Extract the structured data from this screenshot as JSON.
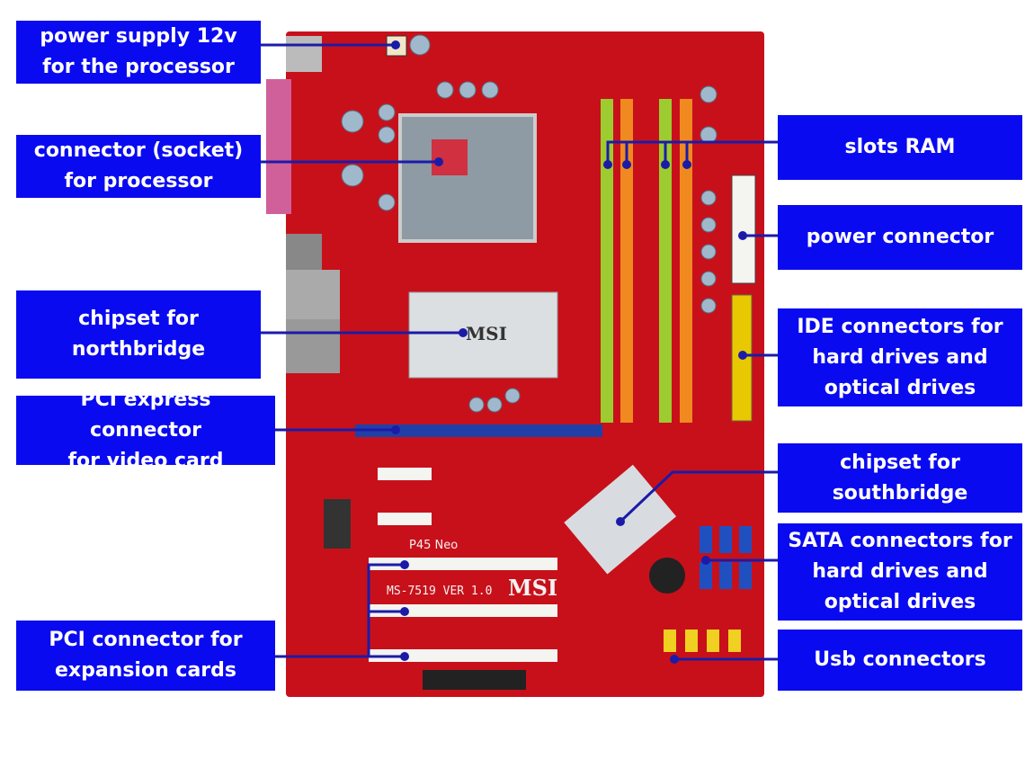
{
  "labels": {
    "power_supply": "power supply 12v\nfor the processor",
    "socket": "connector (socket)\nfor processor",
    "northbridge": "chipset for\nnorthbridge",
    "pcie": "PCI express connector\nfor video card",
    "pci": "PCI connector for\nexpansion cards",
    "ram": "slots RAM",
    "power_connector": "power connector",
    "ide": "IDE connectors for\nhard drives and\noptical drives",
    "southbridge": "chipset for\nsouthbridge",
    "sata": "SATA connectors for\nhard drives and\noptical drives",
    "usb": "Usb connectors"
  },
  "board_text": {
    "heatsink_brand": "MSI",
    "model": "P45 Neo",
    "version": "MS-7519 VER 1.0",
    "logo": "MSI"
  },
  "colors": {
    "label_bg": "#0a0af0",
    "leader": "#1b1ba8",
    "pcb": "#c8101a"
  }
}
